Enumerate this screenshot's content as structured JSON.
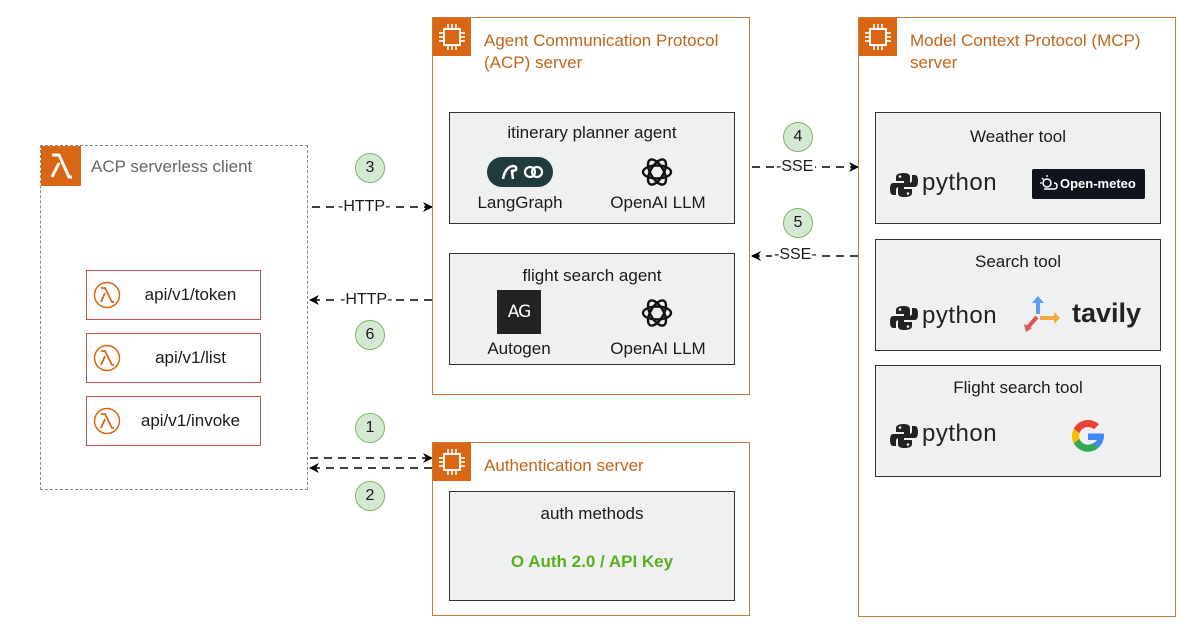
{
  "client": {
    "title": "ACP serverless client",
    "endpoints": [
      {
        "label": "api/v1/token"
      },
      {
        "label": "api/v1/list"
      },
      {
        "label": "api/v1/invoke"
      }
    ]
  },
  "acp_server": {
    "title": "Agent Communication Protocol (ACP) server",
    "itinerary_agent": {
      "title": "itinerary planner agent",
      "framework": "LangGraph",
      "llm": "OpenAI LLM"
    },
    "flight_agent": {
      "title": "flight search agent",
      "framework": "Autogen",
      "framework_logo": "AG",
      "llm": "OpenAI LLM"
    }
  },
  "mcp_server": {
    "title": "Model Context Protocol (MCP) server",
    "tools": [
      {
        "title": "Weather tool",
        "language": "python",
        "provider": "Open-meteo"
      },
      {
        "title": "Search tool",
        "language": "python",
        "provider": "tavily"
      },
      {
        "title": "Flight search tool",
        "language": "python",
        "provider": "google-g-icon"
      }
    ]
  },
  "auth_server": {
    "title": "Authentication server",
    "box_title": "auth methods",
    "methods": "O Auth 2.0 / API Key",
    "methods_color": "#5aaf1c"
  },
  "connections": [
    {
      "step": "3",
      "label": "HTTP"
    },
    {
      "step": "6",
      "label": "HTTP"
    },
    {
      "step": "4",
      "label": "SSE"
    },
    {
      "step": "5",
      "label": "SSE"
    },
    {
      "step": "1",
      "label": ""
    },
    {
      "step": "2",
      "label": ""
    }
  ],
  "colors": {
    "group_border": "#c87b3b",
    "group_title": "#c2651c",
    "aws_orange": "#d86613",
    "step_fill": "#d5e8d4",
    "step_border": "#82b366"
  }
}
